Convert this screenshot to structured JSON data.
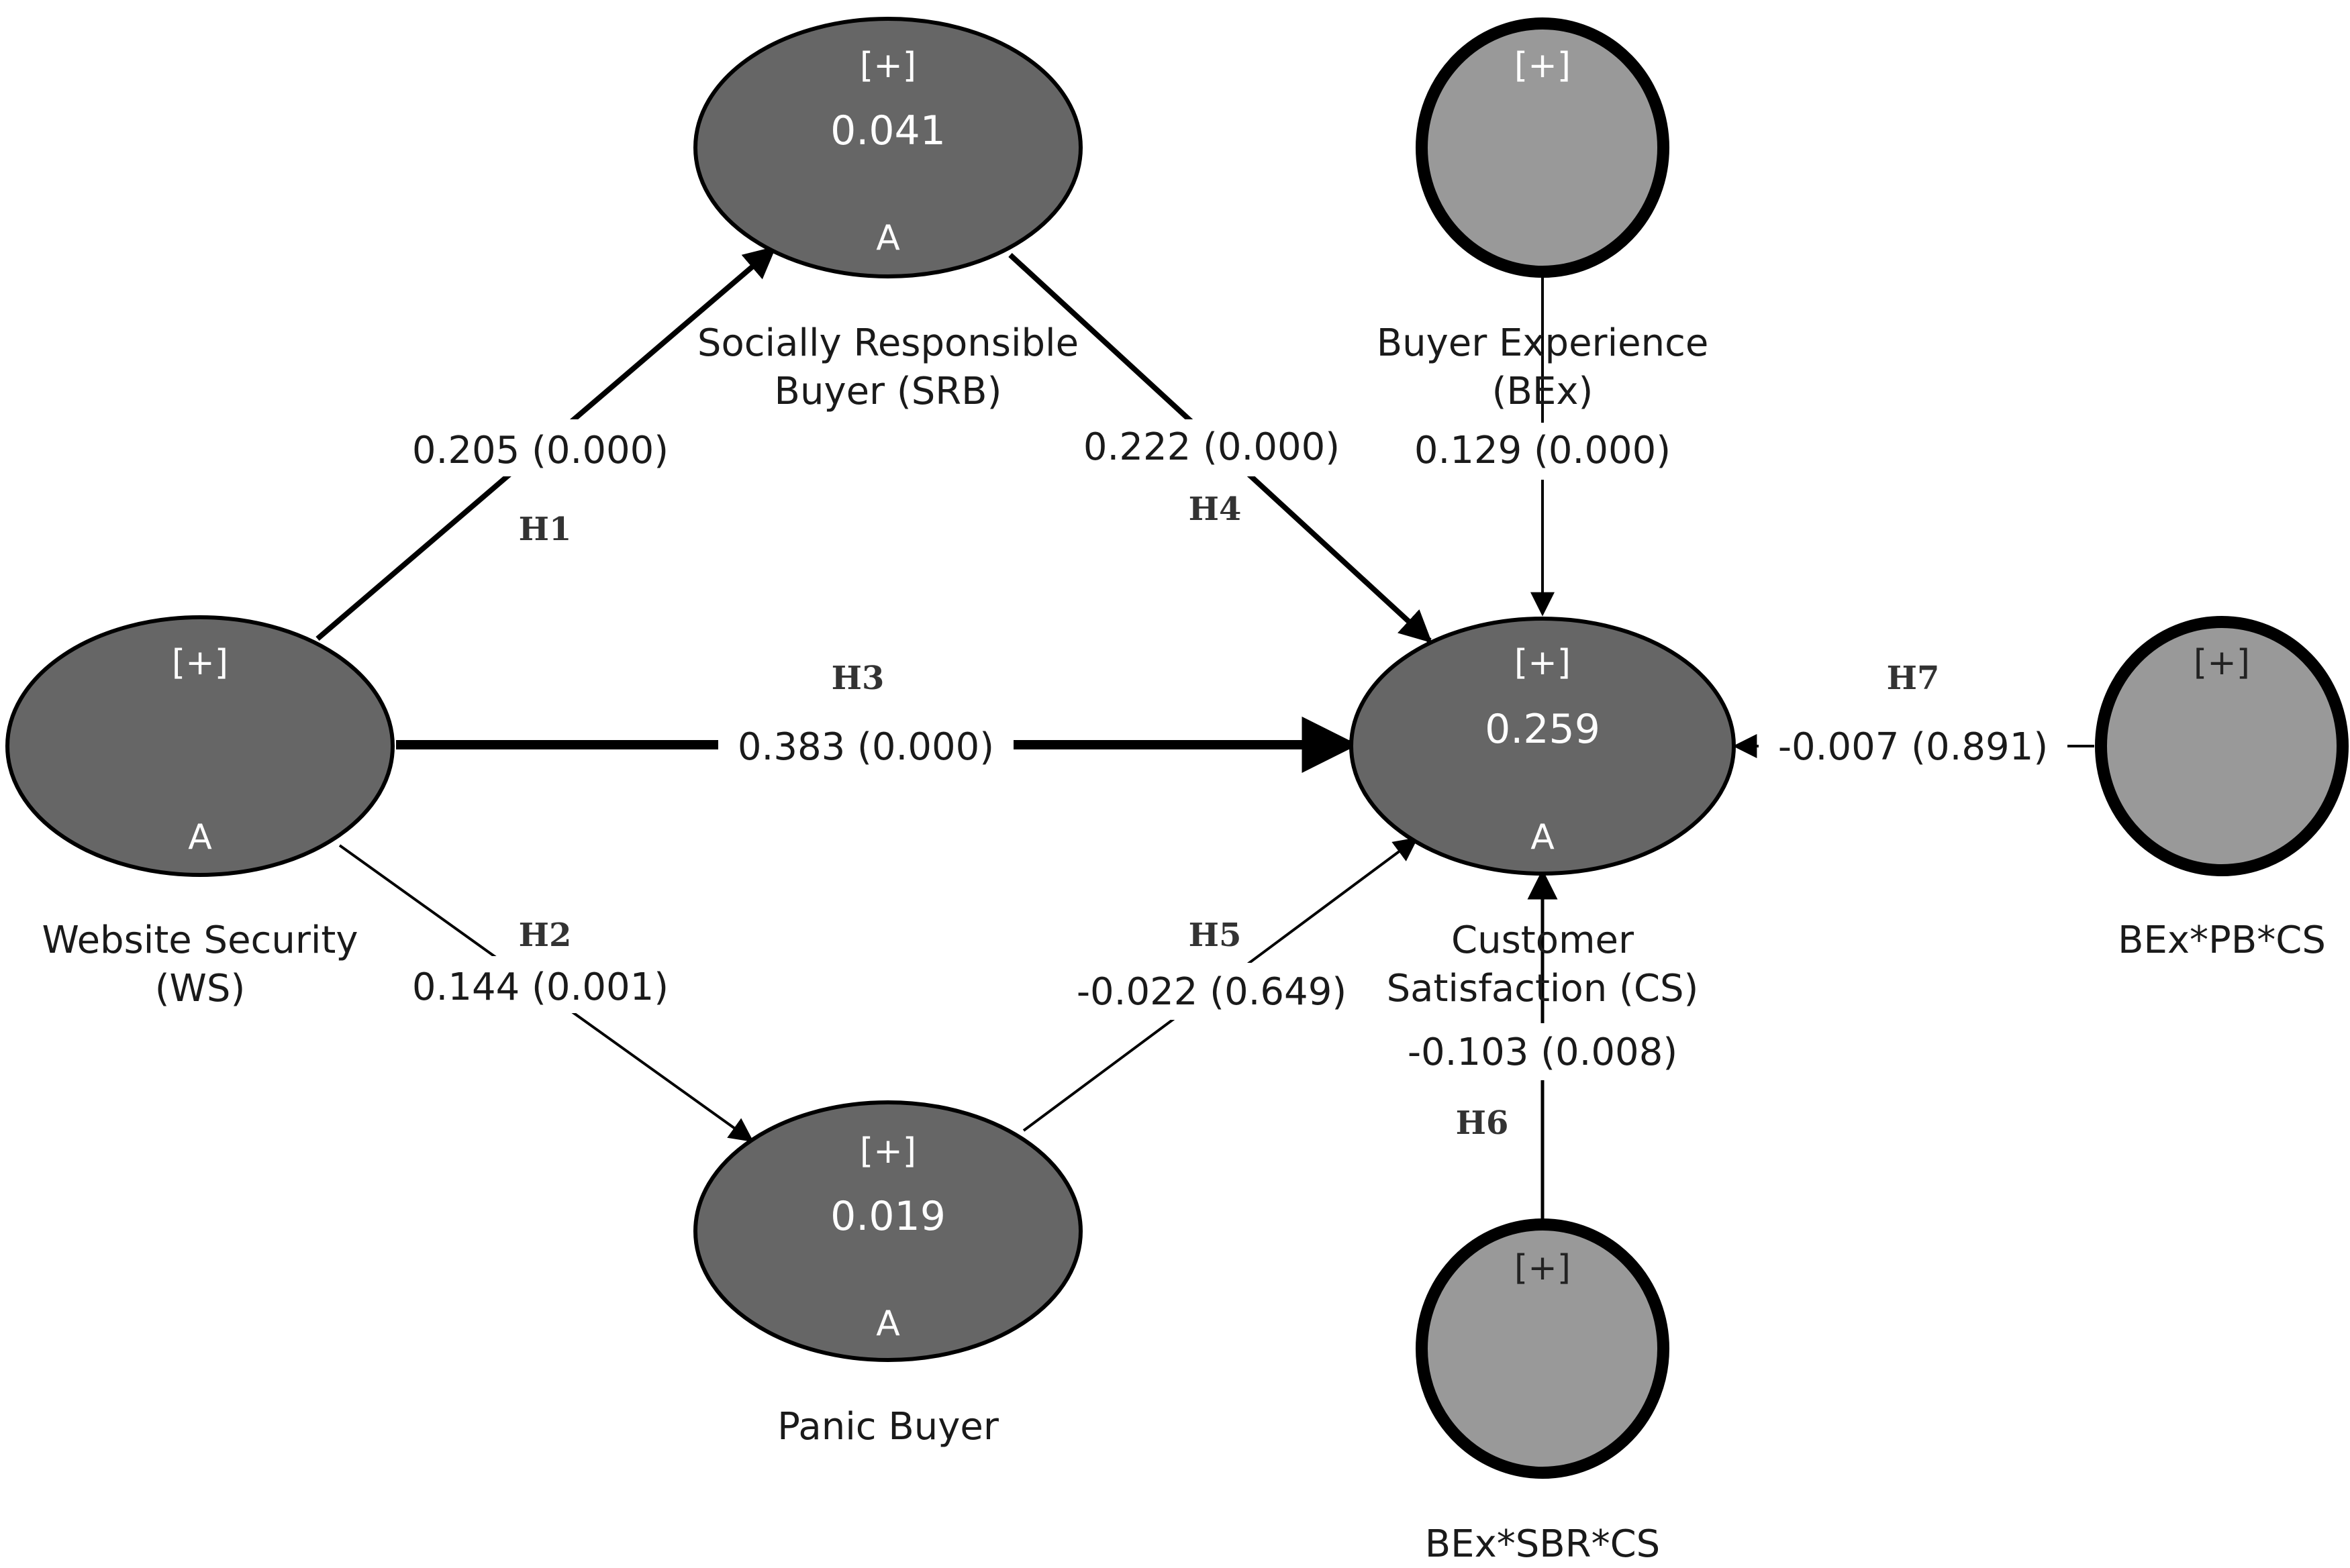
{
  "colors": {
    "latent_fill": "#666666",
    "interaction_fill": "#999999",
    "stroke": "#000000",
    "node_text": "#ffffff"
  },
  "nodes": {
    "ws": {
      "name": "Website Security",
      "name2": "(WS)",
      "expand": "[+]",
      "indicator": "A"
    },
    "srb": {
      "name": "Socially Responsible",
      "name2": "Buyer (SRB)",
      "expand": "[+]",
      "value": "0.041",
      "indicator": "A"
    },
    "pb": {
      "name": "Panic Buyer",
      "expand": "[+]",
      "value": "0.019",
      "indicator": "A"
    },
    "cs": {
      "name": "Customer",
      "name2": "Satisfaction (CS)",
      "expand": "[+]",
      "value": "0.259",
      "indicator": "A"
    },
    "bex": {
      "name": "Buyer Experience",
      "name2": "(BEx)",
      "expand": "[+]"
    },
    "bexpb": {
      "name": "BEx*PB*CS",
      "expand": "[+]"
    },
    "bexsbr": {
      "name": "BEx*SBR*CS",
      "expand": "[+]"
    }
  },
  "paths": {
    "ws_srb": {
      "coef": "0.205 (0.000)",
      "hyp": "H1"
    },
    "ws_pb": {
      "coef": "0.144 (0.001)",
      "hyp": "H2"
    },
    "ws_cs": {
      "coef": "0.383 (0.000)",
      "hyp": "H3"
    },
    "srb_cs": {
      "coef": "0.222 (0.000)",
      "hyp": "H4"
    },
    "pb_cs": {
      "coef": "-0.022 (0.649)",
      "hyp": "H5"
    },
    "bexsbr_cs": {
      "coef": "-0.103 (0.008)",
      "hyp": "H6"
    },
    "bexpb_cs": {
      "coef": "-0.007 (0.891)",
      "hyp": "H7"
    },
    "bex_cs": {
      "coef": "0.129 (0.000)"
    }
  }
}
